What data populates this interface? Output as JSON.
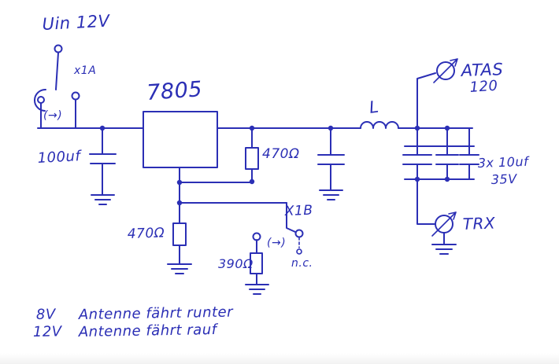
{
  "colors": {
    "ink": "#2b2fb5",
    "paper": "#ffffff"
  },
  "labels": {
    "u_in": "Uin 12V",
    "x1a": "x1A",
    "plug_arrow_a": "(→)",
    "regulator": "7805",
    "c_in": "100uf",
    "r_top": "470Ω",
    "r_left": "470Ω",
    "r_bottom": "390Ω",
    "x1b": "X1B",
    "plug_arrow_b": "(→)",
    "nc": "n.c.",
    "inductor": "L",
    "atas": "ATAS",
    "atas_num": "120",
    "cap_bank": "3x 10uf",
    "cap_bank_v": "35V",
    "trx": "TRX",
    "note1_v": "8V",
    "note1": "Antenne fährt runter",
    "note2_v": "12V",
    "note2": "Antenne fährt rauf"
  }
}
